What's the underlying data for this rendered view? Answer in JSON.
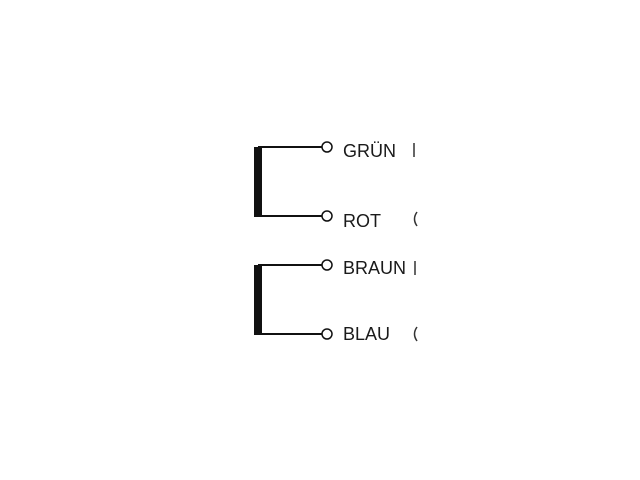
{
  "diagram": {
    "wires": [
      {
        "label": "GRÜN"
      },
      {
        "label": "ROT"
      },
      {
        "label": "BRAUN"
      },
      {
        "label": "BLAU"
      }
    ],
    "colors": {
      "line": "#111111",
      "text": "#1a1a1a",
      "background": "#ffffff"
    }
  }
}
